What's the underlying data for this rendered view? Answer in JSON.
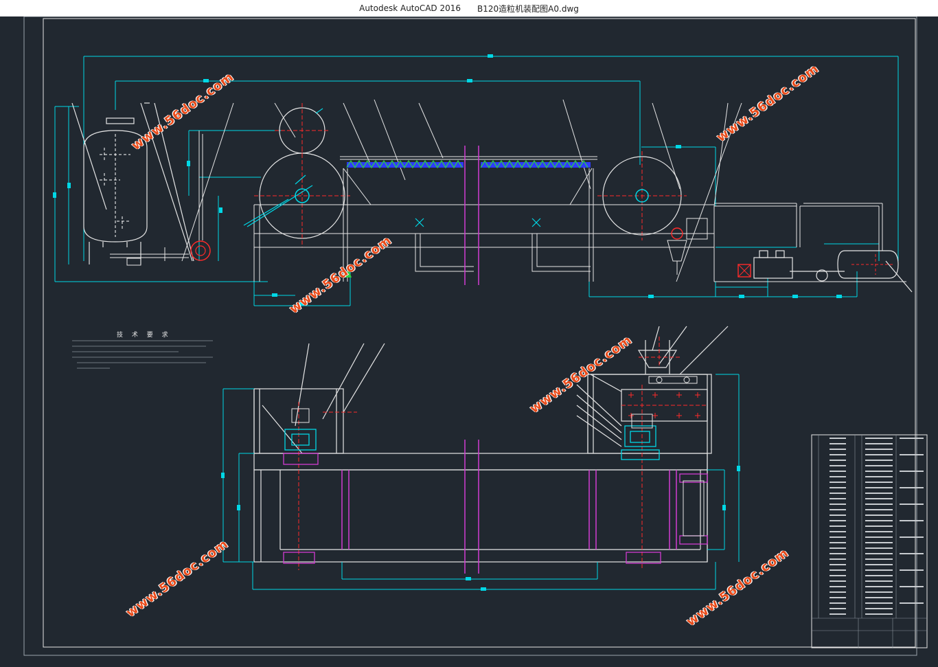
{
  "window": {
    "app_name": "Autodesk AutoCAD 2016",
    "file_name": "B120造粒机装配图A0.dwg"
  },
  "drawing": {
    "technical_requirements_title": "技 术 要 求",
    "watermark_text": "www.56doc.com"
  },
  "colors": {
    "canvas_bg": "#212830",
    "line_white": "#e6e6e6",
    "line_cyan": "#00d8e6",
    "line_red": "#ff2a2a",
    "line_magenta": "#d23cd2",
    "line_green": "#2ecc40",
    "line_blue": "#2e3cff",
    "watermark": "#e94b1a"
  }
}
